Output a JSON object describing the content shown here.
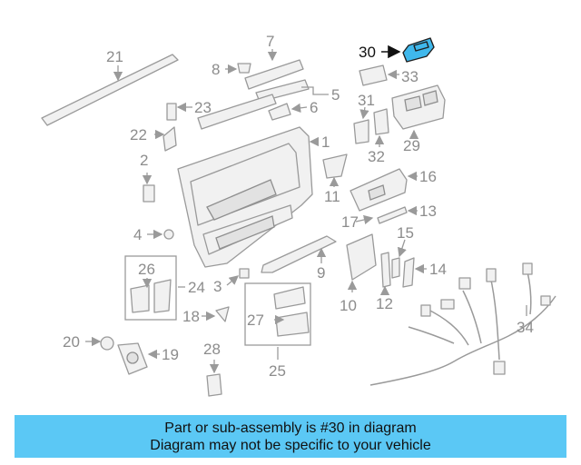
{
  "highlighted_part": "30",
  "callouts": {
    "c1": "1",
    "c2": "2",
    "c3": "3",
    "c4": "4",
    "c5": "5",
    "c6": "6",
    "c7": "7",
    "c8": "8",
    "c9": "9",
    "c10": "10",
    "c11": "11",
    "c12": "12",
    "c13": "13",
    "c14": "14",
    "c15": "15",
    "c16": "16",
    "c17": "17",
    "c18": "18",
    "c19": "19",
    "c20": "20",
    "c21": "21",
    "c22": "22",
    "c23": "23",
    "c24": "24",
    "c25": "25",
    "c26": "26",
    "c27": "27",
    "c28": "28",
    "c29": "29",
    "c30": "30",
    "c31": "31",
    "c32": "32",
    "c33": "33",
    "c34": "34"
  },
  "banner": {
    "line1": "Part or sub-assembly is #30 in diagram",
    "line2": "Diagram may not be specific to your vehicle"
  },
  "colors": {
    "highlight": "#3fb8ec",
    "banner": "#5bc8f5",
    "line_art": "#9a9a9a"
  }
}
